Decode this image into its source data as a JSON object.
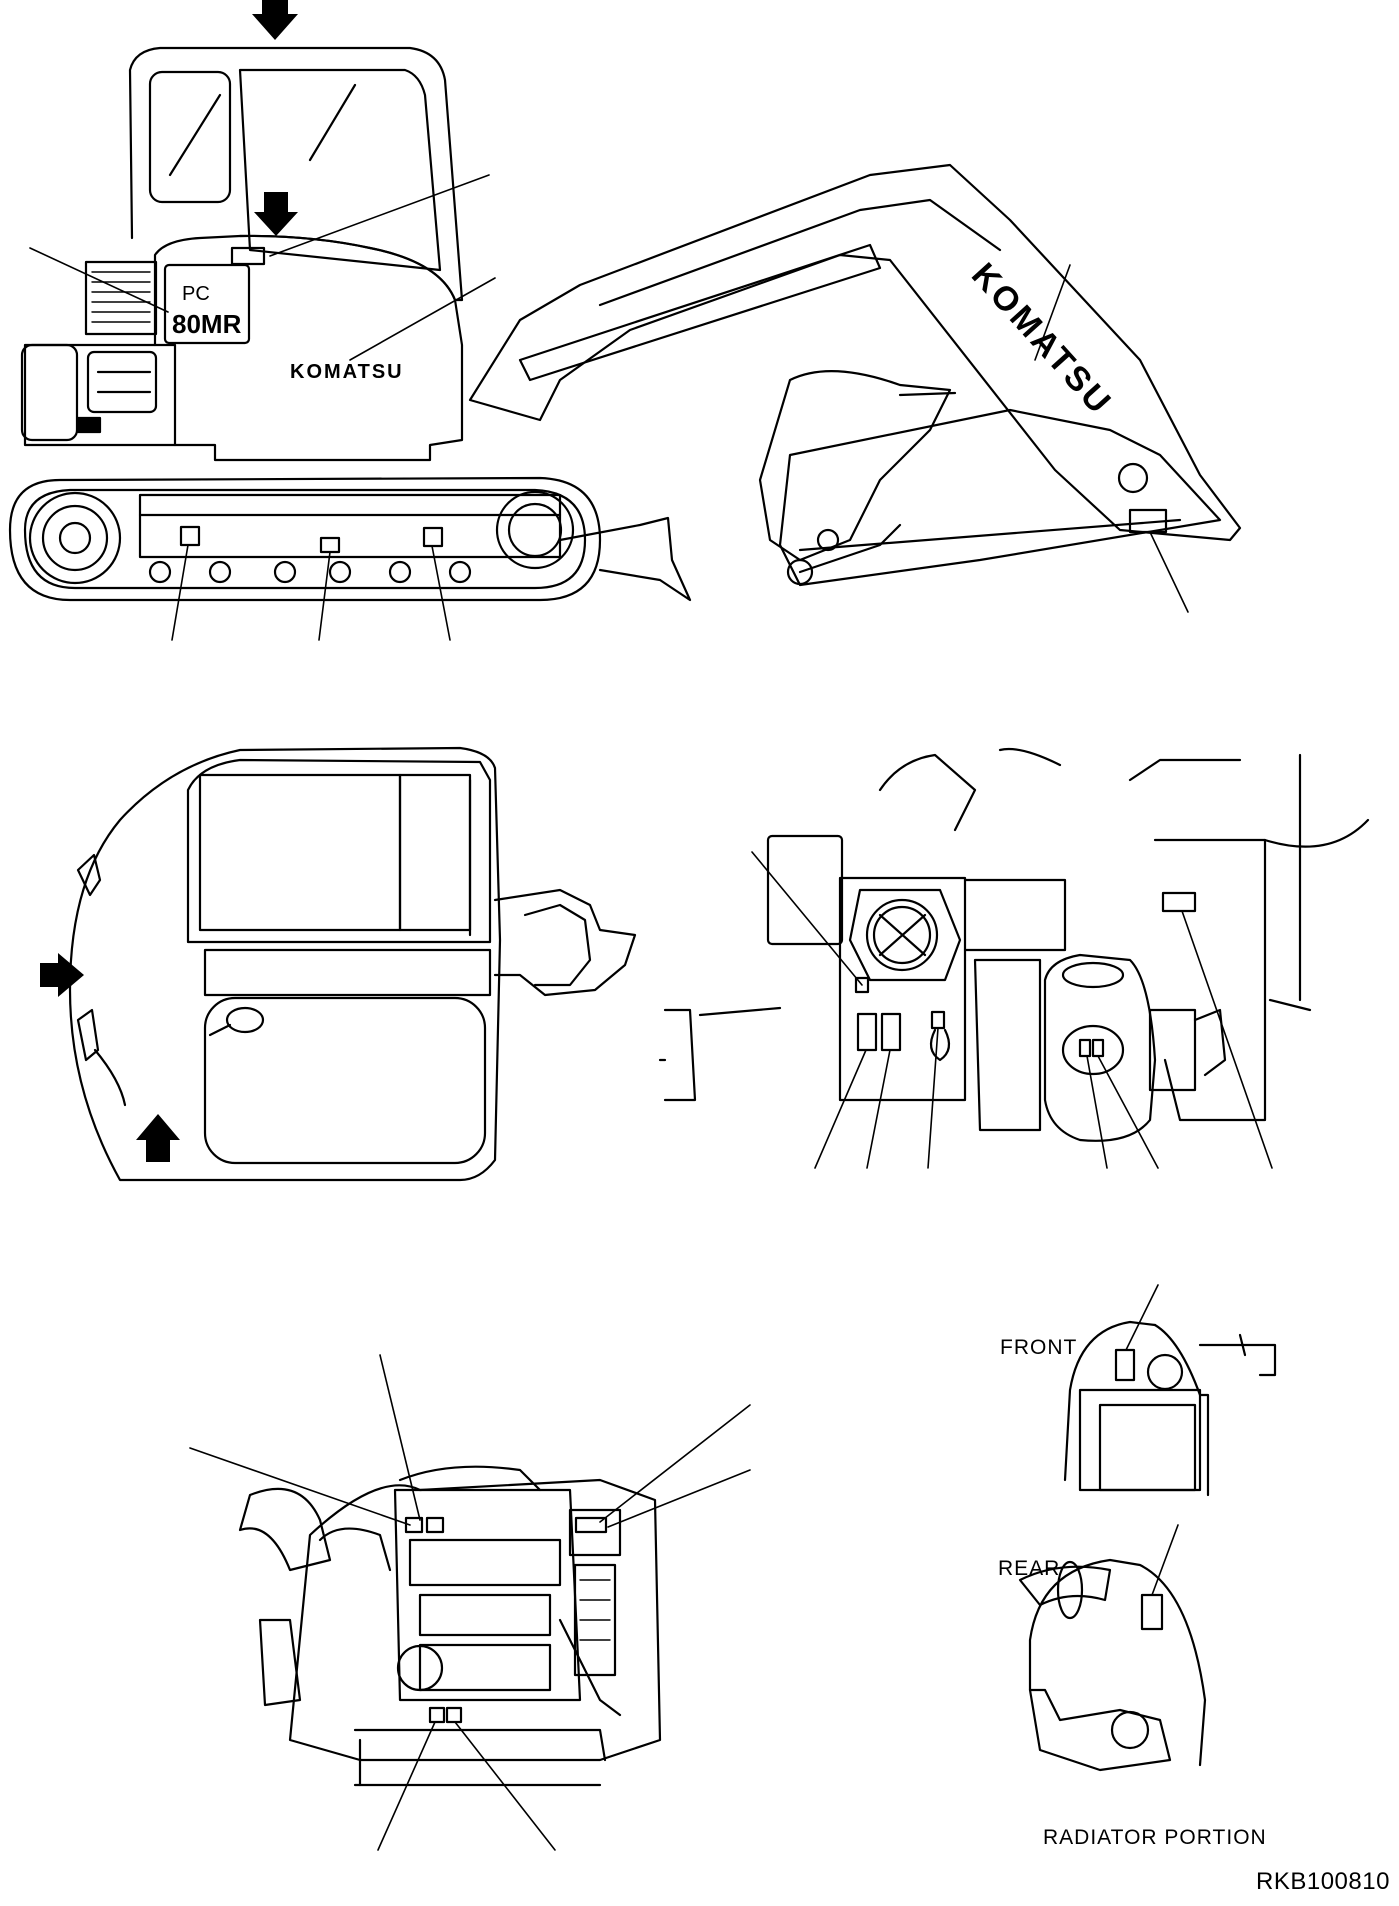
{
  "labels": {
    "front": "FRONT",
    "rear": "REAR",
    "radiator_portion": "RADIATOR PORTION",
    "drawing_code": "RKB100810"
  },
  "decals": {
    "brand": "KOMATSU",
    "model_line1": "PC",
    "model_line2": "80MR"
  },
  "icons": {
    "arrow": "arrow-icon",
    "leader": "leader-line"
  }
}
